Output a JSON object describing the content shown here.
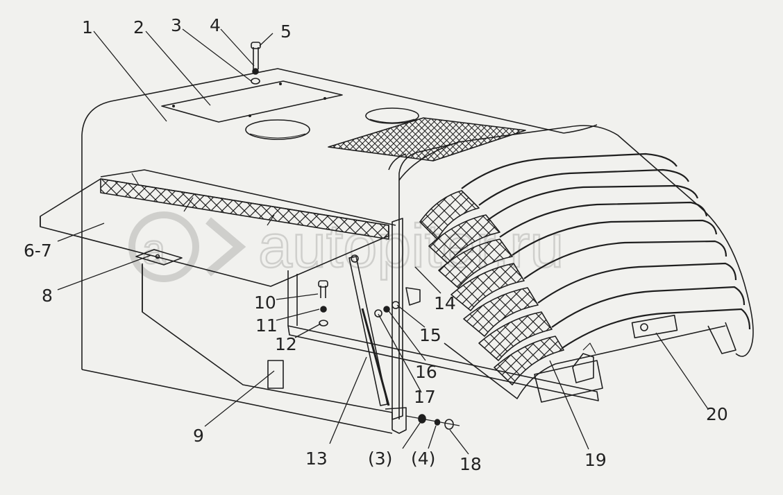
{
  "diagram": {
    "watermark": "autopiter.ru",
    "callouts": [
      {
        "id": "1",
        "label": "1"
      },
      {
        "id": "2",
        "label": "2"
      },
      {
        "id": "3",
        "label": "3"
      },
      {
        "id": "4",
        "label": "4"
      },
      {
        "id": "5",
        "label": "5"
      },
      {
        "id": "6-7",
        "label": "6-7"
      },
      {
        "id": "8",
        "label": "8"
      },
      {
        "id": "9",
        "label": "9"
      },
      {
        "id": "10",
        "label": "10"
      },
      {
        "id": "11",
        "label": "11"
      },
      {
        "id": "12",
        "label": "12"
      },
      {
        "id": "13",
        "label": "13"
      },
      {
        "id": "14",
        "label": "14"
      },
      {
        "id": "15",
        "label": "15"
      },
      {
        "id": "16",
        "label": "16"
      },
      {
        "id": "17",
        "label": "17"
      },
      {
        "id": "18",
        "label": "18"
      },
      {
        "id": "19",
        "label": "19"
      },
      {
        "id": "20",
        "label": "20"
      },
      {
        "id": "(3)",
        "label": "(3)"
      },
      {
        "id": "(4)",
        "label": "(4)"
      }
    ]
  },
  "colors": {
    "background": "#f1f1ee",
    "line": "#1e1e1e",
    "watermark": "#cfcfcc"
  }
}
